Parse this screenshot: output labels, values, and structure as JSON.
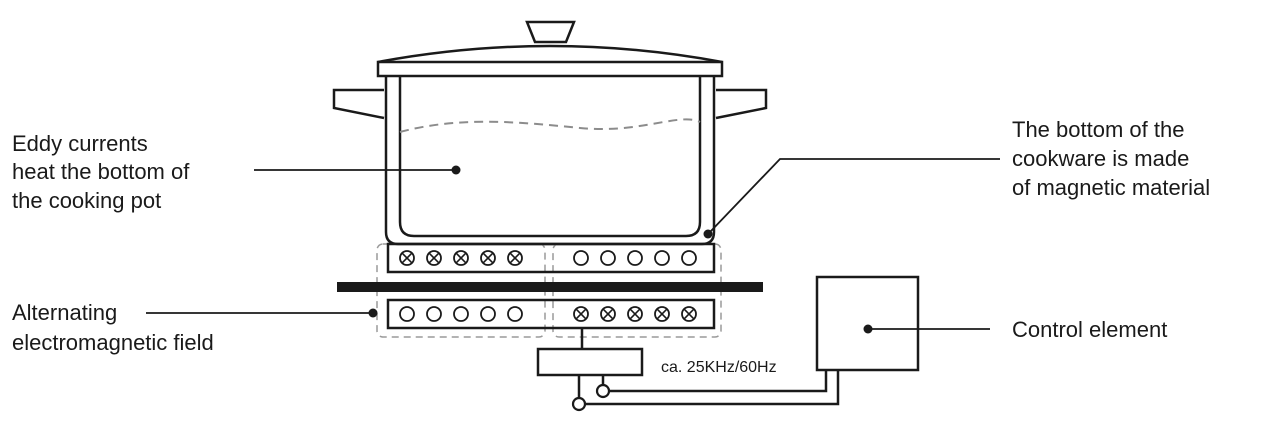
{
  "labels": {
    "eddy_currents": [
      "Eddy currents",
      "heat the bottom of",
      "the cooking pot"
    ],
    "bottom_material": [
      "The bottom of the",
      "cookware is made",
      "of magnetic material"
    ],
    "field": [
      "Alternating",
      "electromagnetic field"
    ],
    "control": "Control element",
    "frequency": "ca. 25KHz/60Hz"
  },
  "symbols": {
    "pot_bottom_row": [
      "cross",
      "cross",
      "cross",
      "cross",
      "cross",
      "dot",
      "dot",
      "dot",
      "dot",
      "dot"
    ],
    "coil_row": [
      "dot",
      "dot",
      "dot",
      "dot",
      "dot",
      "cross",
      "cross",
      "cross",
      "cross",
      "cross"
    ]
  },
  "colors": {
    "ink": "#1a1a1a",
    "dashed": "#9a9a9a"
  }
}
